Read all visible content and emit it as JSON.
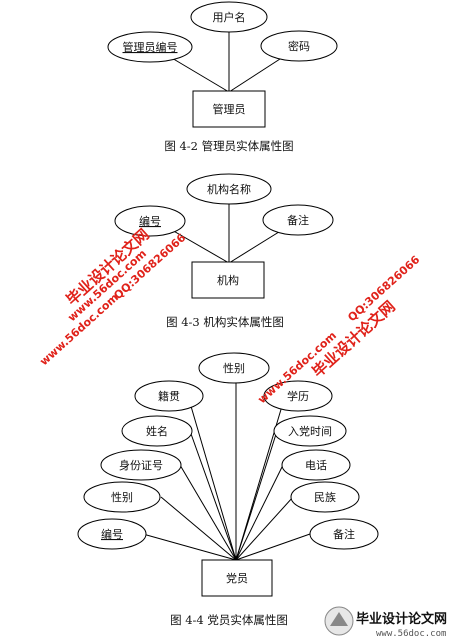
{
  "figures": [
    {
      "entity": "管理员",
      "attributes": [
        "用户名",
        "管理员编号",
        "密码"
      ],
      "caption": "图 4-2 管理员实体属性图"
    },
    {
      "entity": "机构",
      "attributes": [
        "机构名称",
        "编号",
        "备注"
      ],
      "caption": "图 4-3 机构实体属性图"
    },
    {
      "entity": "党员",
      "attributes": [
        "性别",
        "籍贯",
        "学历",
        "姓名",
        "入党时间",
        "身份证号",
        "电话",
        "性别",
        "民族",
        "编号",
        "备注"
      ],
      "caption": "图 4-4 党员实体属性图"
    }
  ],
  "watermarks": {
    "site": "毕业设计论文网",
    "url": "www.56doc.com",
    "qq": "QQ:306826066"
  },
  "bottom_logo": {
    "title": "毕业设计论文网",
    "url": "www.56doc.com"
  },
  "colors": {
    "watermark": "#e0221a",
    "line": "#000000"
  }
}
